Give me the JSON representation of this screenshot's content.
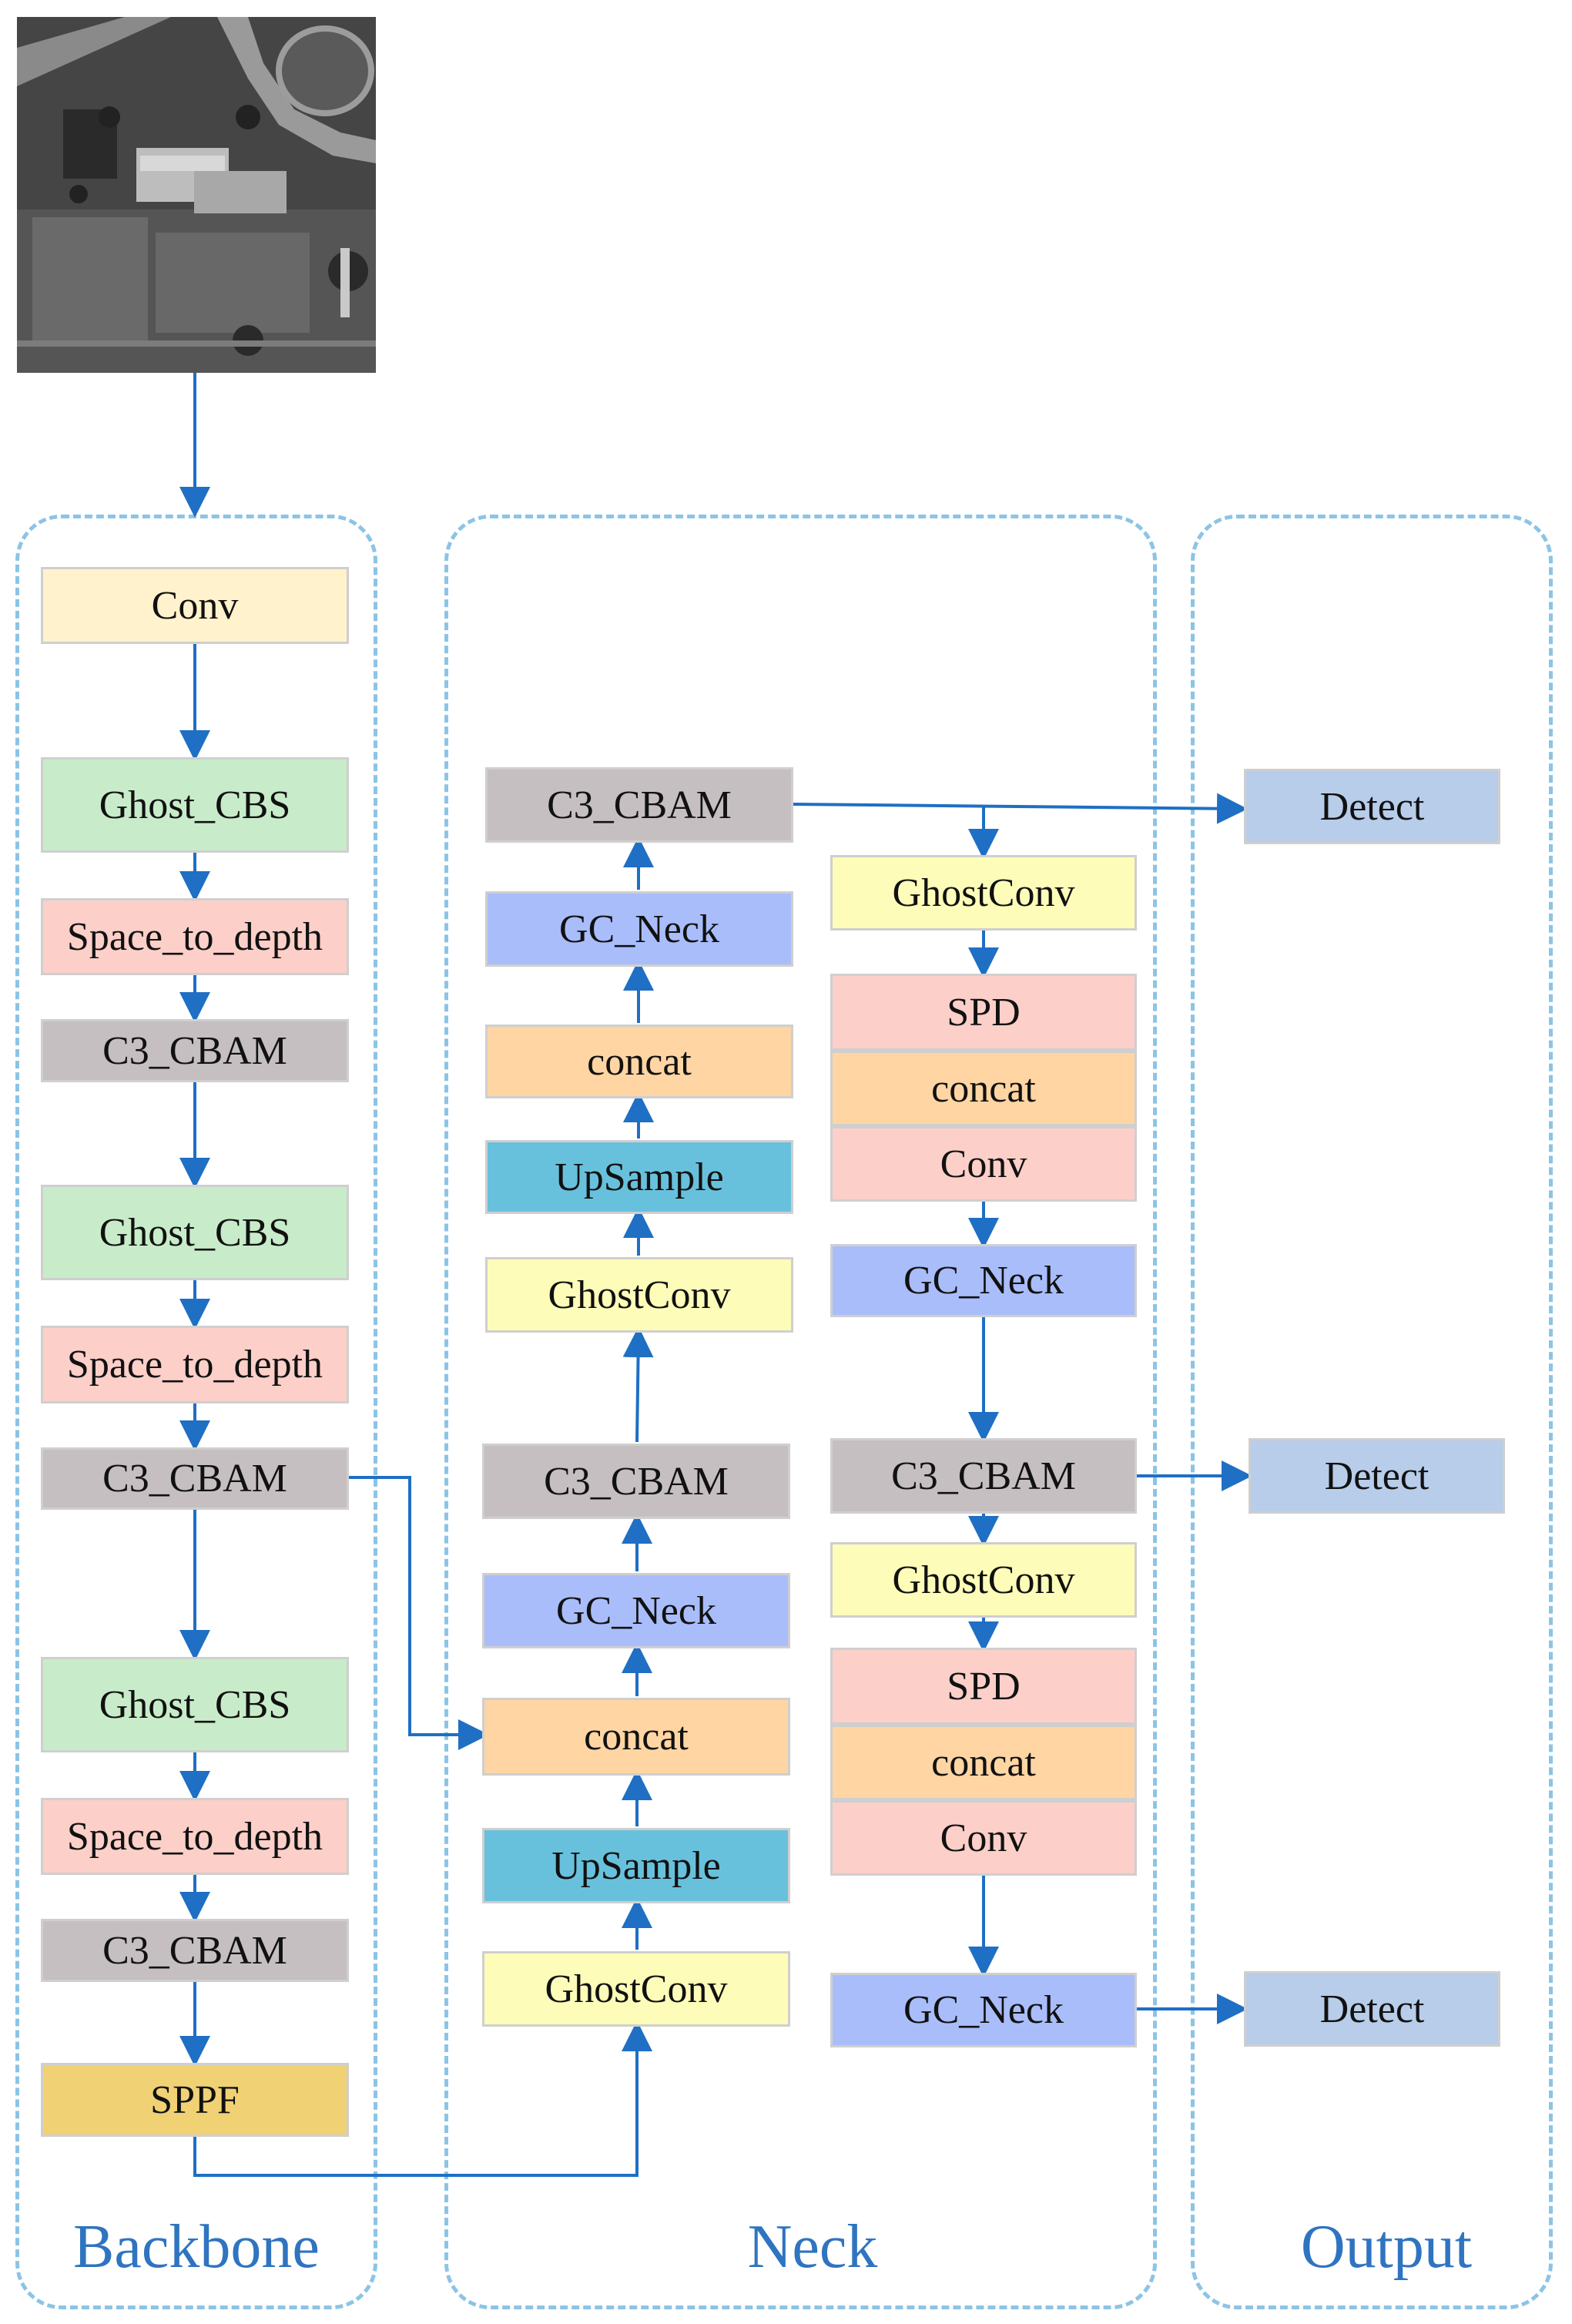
{
  "panels": {
    "backbone": "Backbone",
    "neck": "Neck",
    "output": "Output"
  },
  "colors": {
    "conv_yellow": "#fff2cc",
    "ghost_cbs_green": "#c8ecc9",
    "space_to_depth_pink": "#fccfc9",
    "c3_cbam_gray": "#c5bfc1",
    "sppf_gold": "#f0d174",
    "ghostconv_lime": "#fdfdb9",
    "gc_neck_blue": "#a9bdfa",
    "concat_peach": "#fed5a3",
    "upsample_cyan": "#68c1dc",
    "detect_blue": "#b7cde9",
    "arrow": "#1f6fc4",
    "panel_border": "#8cc4e6",
    "label": "#2f74c0"
  },
  "nodes": {
    "bb_conv": "Conv",
    "bb_ghost_cbs_1": "Ghost_CBS",
    "bb_space_to_depth_1": "Space_to_depth",
    "bb_c3_cbam_1": "C3_CBAM",
    "bb_ghost_cbs_2": "Ghost_CBS",
    "bb_space_to_depth_2": "Space_to_depth",
    "bb_c3_cbam_2": "C3_CBAM",
    "bb_ghost_cbs_3": "Ghost_CBS",
    "bb_space_to_depth_3": "Space_to_depth",
    "bb_c3_cbam_3": "C3_CBAM",
    "bb_sppf": "SPPF",
    "nl_c3_cbam_top": "C3_CBAM",
    "nl_gc_neck_top": "GC_Neck",
    "nl_concat_top": "concat",
    "nl_upsample_top": "UpSample",
    "nl_ghostconv_top": "GhostConv",
    "nl_c3_cbam_mid": "C3_CBAM",
    "nl_gc_neck_mid": "GC_Neck",
    "nl_concat_mid": "concat",
    "nl_upsample_mid": "UpSample",
    "nl_ghostconv_bottom": "GhostConv",
    "nr_ghostconv_1": "GhostConv",
    "nr_spd_1": "SPD",
    "nr_concat_1": "concat",
    "nr_conv_1": "Conv",
    "nr_gc_neck_1": "GC_Neck",
    "nr_c3_cbam": "C3_CBAM",
    "nr_ghostconv_2": "GhostConv",
    "nr_spd_2": "SPD",
    "nr_concat_2": "concat",
    "nr_conv_2": "Conv",
    "nr_gc_neck_2": "GC_Neck",
    "out_detect_1": "Detect",
    "out_detect_2": "Detect",
    "out_detect_3": "Detect"
  }
}
